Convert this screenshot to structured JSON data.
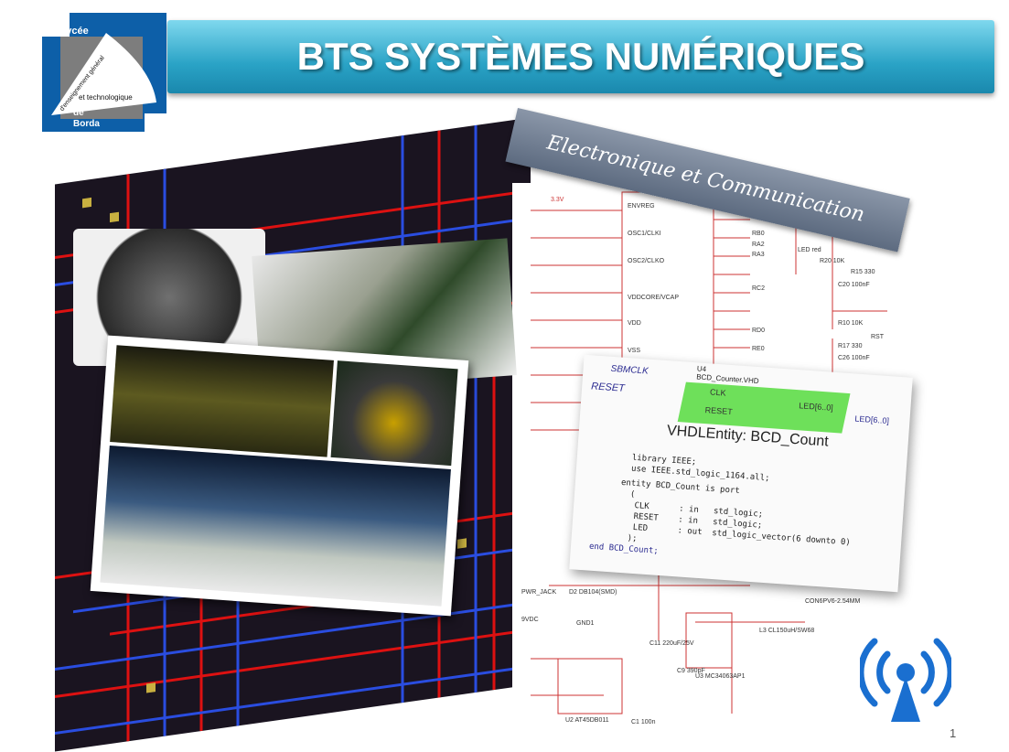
{
  "logo": {
    "line1": "Lycée",
    "line2": "d'enseignement général",
    "line3": "et technologique",
    "line4": "de",
    "line5": "Borda"
  },
  "banner": {
    "title": "BTS SYSTÈMES NUMÉRIQUES"
  },
  "subtitle": {
    "text": "Electronique et Communication"
  },
  "vhdl": {
    "signal_clk": "SBMCLK",
    "signal_reset": "RESET",
    "component_id": "U4",
    "component_name": "BCD_Counter.VHD",
    "port_clk": "CLK",
    "port_reset": "RESET",
    "port_led": "LED[6..0]",
    "led_net": "LED[6..0]",
    "entity_title": "VHDLEntity: BCD_Count",
    "code": [
      "library IEEE;",
      "use IEEE.std_logic_1164.all;",
      "entity BCD_Count is port",
      "  (",
      "   CLK      : in   std_logic;",
      "   RESET    : in   std_logic;",
      "   LED      : out  std_logic_vector(6 downto 0)",
      "  );",
      "end BCD_Count;"
    ]
  },
  "schematic": {
    "labels": [
      "3.3V",
      "ENVREG",
      "OSC1/CLKI",
      "OSC2/CLKO",
      "VDDCORE/VCAP",
      "VDD",
      "VSS",
      "RA2",
      "RA3",
      "RB0",
      "RC2",
      "RD0",
      "RE0",
      "LED red",
      "R20 10K",
      "R15 330",
      "C20 100nF",
      "R10 10K",
      "R17 330",
      "RST",
      "C26 100nF",
      "PWR_JACK",
      "9VDC",
      "GND1",
      "D2 DB104(SMD)",
      "L3 CL150uH/SW68",
      "U3 MC34063AP1",
      "C11 220uF/25V",
      "C9 390pF",
      "U2 AT45DB011",
      "C1 100n",
      "CON6PV6-2.54MM"
    ]
  },
  "page_number": "1"
}
